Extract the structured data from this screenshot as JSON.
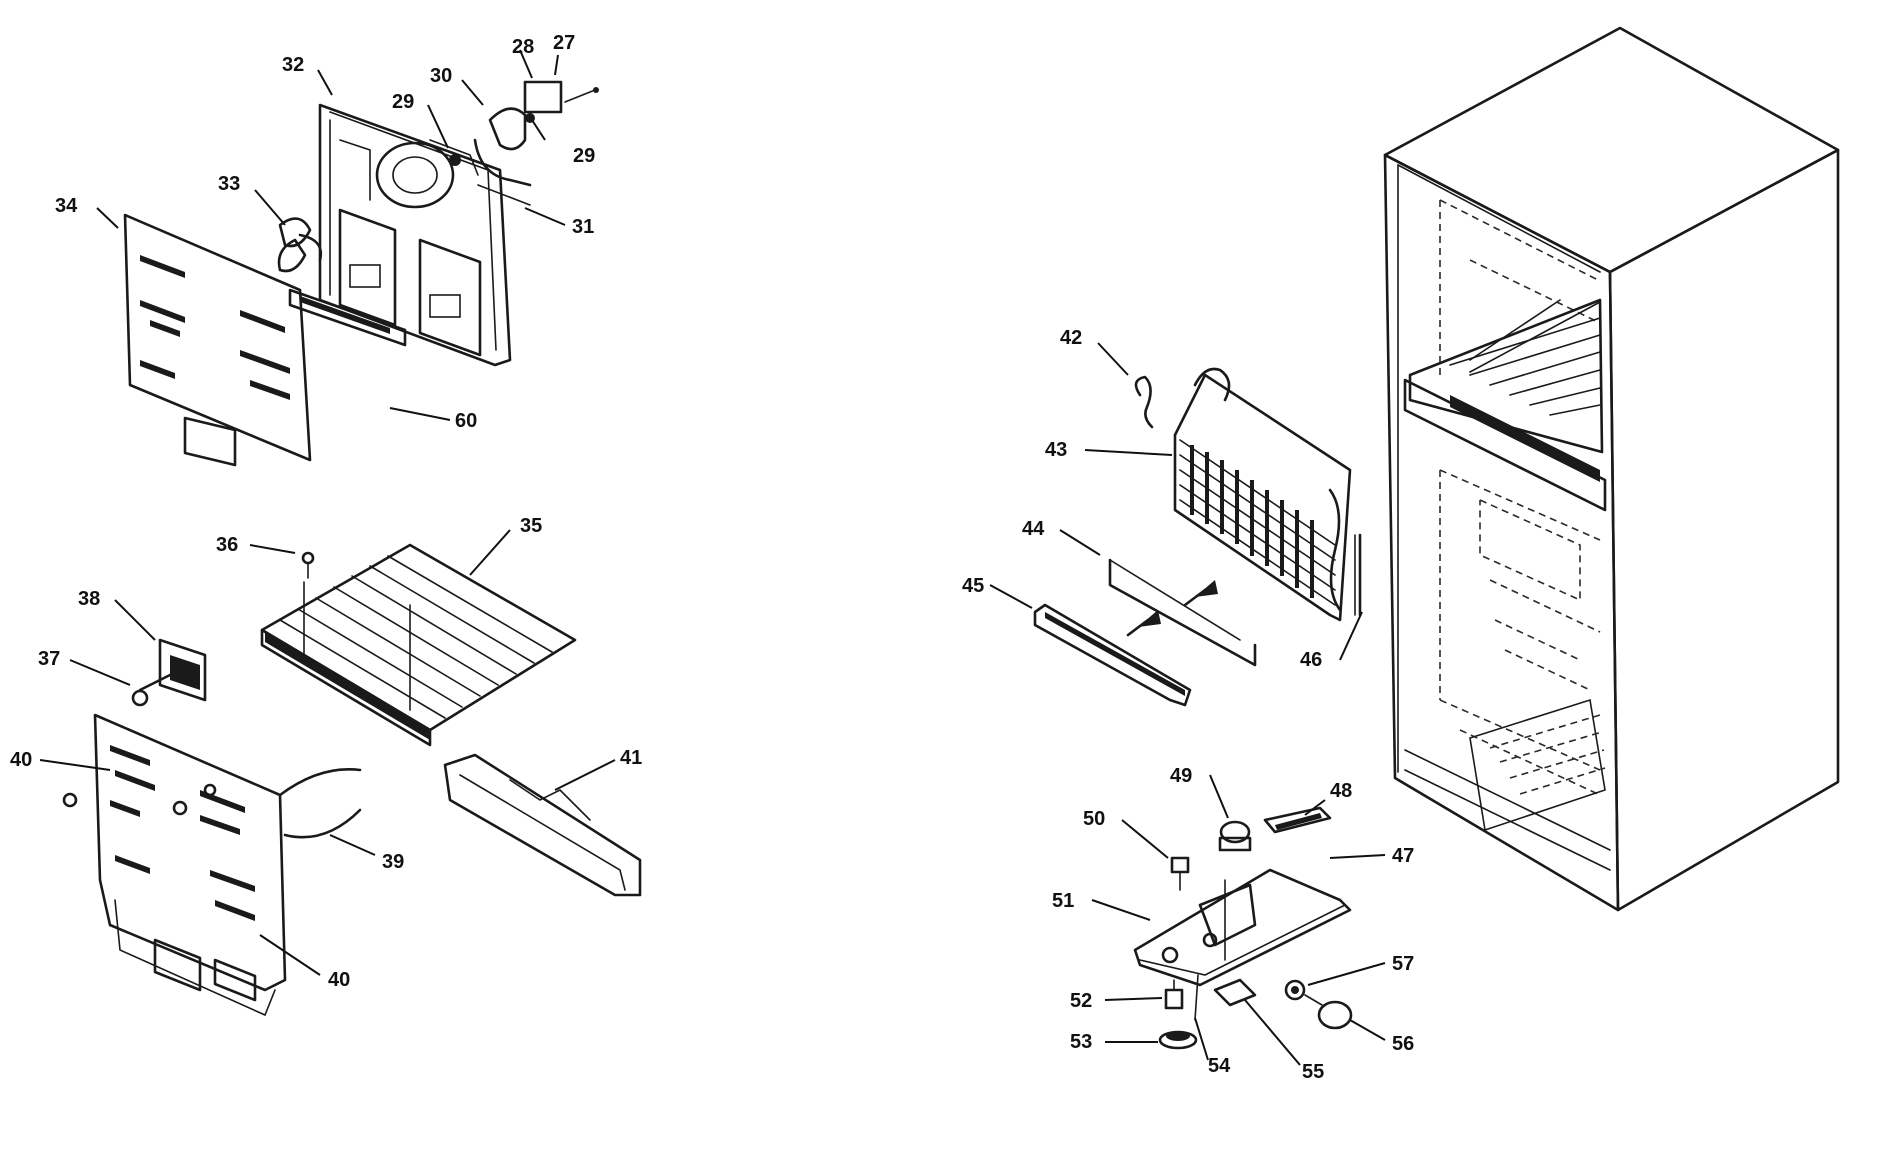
{
  "callouts": [
    {
      "id": "c27",
      "text": "27"
    },
    {
      "id": "c28",
      "text": "28"
    },
    {
      "id": "c29a",
      "text": "29"
    },
    {
      "id": "c29b",
      "text": "29"
    },
    {
      "id": "c30",
      "text": "30"
    },
    {
      "id": "c31",
      "text": "31"
    },
    {
      "id": "c32",
      "text": "32"
    },
    {
      "id": "c33",
      "text": "33"
    },
    {
      "id": "c34",
      "text": "34"
    },
    {
      "id": "c35",
      "text": "35"
    },
    {
      "id": "c36",
      "text": "36"
    },
    {
      "id": "c37",
      "text": "37"
    },
    {
      "id": "c38",
      "text": "38"
    },
    {
      "id": "c39",
      "text": "39"
    },
    {
      "id": "c40a",
      "text": "40"
    },
    {
      "id": "c40b",
      "text": "40"
    },
    {
      "id": "c41",
      "text": "41"
    },
    {
      "id": "c42",
      "text": "42"
    },
    {
      "id": "c43",
      "text": "43"
    },
    {
      "id": "c44",
      "text": "44"
    },
    {
      "id": "c45",
      "text": "45"
    },
    {
      "id": "c46",
      "text": "46"
    },
    {
      "id": "c47",
      "text": "47"
    },
    {
      "id": "c48",
      "text": "48"
    },
    {
      "id": "c49",
      "text": "49"
    },
    {
      "id": "c50",
      "text": "50"
    },
    {
      "id": "c51",
      "text": "51"
    },
    {
      "id": "c52",
      "text": "52"
    },
    {
      "id": "c53",
      "text": "53"
    },
    {
      "id": "c54",
      "text": "54"
    },
    {
      "id": "c55",
      "text": "55"
    },
    {
      "id": "c56",
      "text": "56"
    },
    {
      "id": "c57",
      "text": "57"
    },
    {
      "id": "c60",
      "text": "60"
    }
  ]
}
